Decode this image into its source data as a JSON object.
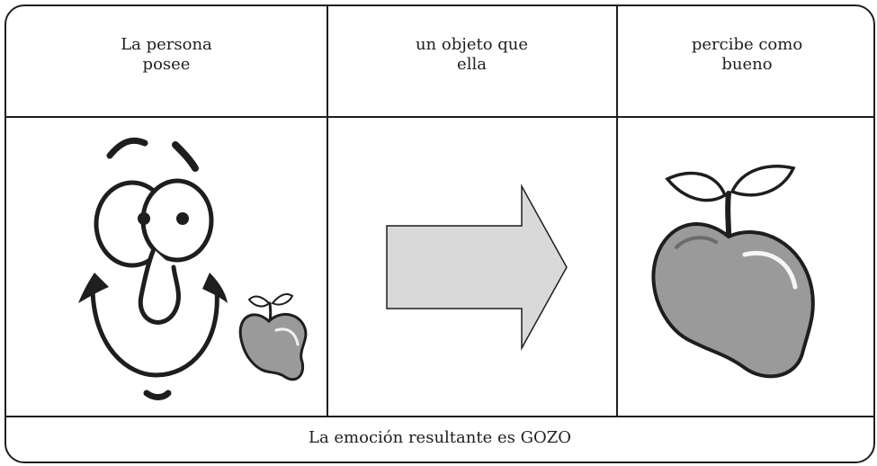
{
  "header": {
    "col1": "La persona\nposee",
    "col2": "un objeto que\nella",
    "col3": "percibe como\nbueno"
  },
  "footer": {
    "text": "La emoción resultante es GOZO"
  },
  "icons": {
    "face": "smiling-face-icon",
    "small_apple": "apple-icon",
    "arrow": "arrow-right-icon",
    "large_apple": "apple-icon"
  },
  "colors": {
    "line": "#1e1e1e",
    "arrow_fill": "#d9d9d9",
    "apple_fill": "#9a9a9a",
    "apple_shadow": "#6b6b6b",
    "leaf_fill": "#ffffff"
  }
}
